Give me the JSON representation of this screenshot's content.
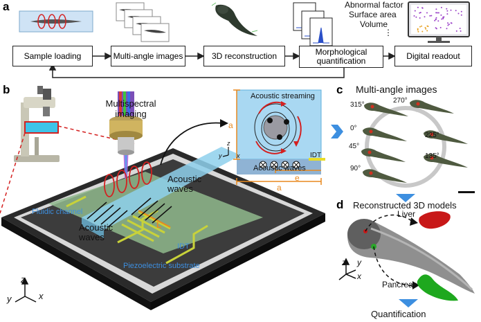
{
  "panels": {
    "a": "a",
    "b": "b",
    "c": "c",
    "d": "d"
  },
  "panel_a": {
    "steps": [
      "Sample loading",
      "Multi-angle images",
      "3D reconstruction",
      "Morphological quantification",
      "Digital readout"
    ],
    "metrics": [
      "Abnormal factor",
      "Surface area",
      "Volume",
      "⋮"
    ]
  },
  "panel_b": {
    "imaging": "Multispectral imaging",
    "fluidic_channel": "Fluidic channel",
    "acoustic_waves_top": "Acoustic waves",
    "acoustic_waves_left": "Acoustic waves",
    "idt": "IDT",
    "substrate": "Piezoelectric substrate",
    "dim_L": "L",
    "inset": {
      "streaming": "Acoustic streaming",
      "idt": "IDT",
      "waves": "Acoustic waves",
      "dim_a_vertical": "a",
      "dim_a_horizontal": "a",
      "dim_e": "e",
      "axis_z": "z",
      "axis_y": "y",
      "axis_x": "x"
    },
    "axes": {
      "z": "z",
      "y": "y",
      "x": "x"
    }
  },
  "panel_c": {
    "title": "Multi-angle images",
    "angles": [
      "315°",
      "270°",
      "0°",
      "225°",
      "45°",
      "135°",
      "90°"
    ]
  },
  "panel_d": {
    "title": "Reconstructed 3D models",
    "liver": "Liver",
    "pancreas": "Pancreas",
    "quantification": "Quantification",
    "axes": {
      "z": "z",
      "y": "y",
      "x": "x"
    }
  },
  "colors": {
    "orange": "#e8891e",
    "liver": "#c81818",
    "pancreas": "#1ea81e",
    "channel": "#8ed0ec",
    "accent_blue": "#3d8fe0",
    "electrode": "#c8d23a"
  }
}
